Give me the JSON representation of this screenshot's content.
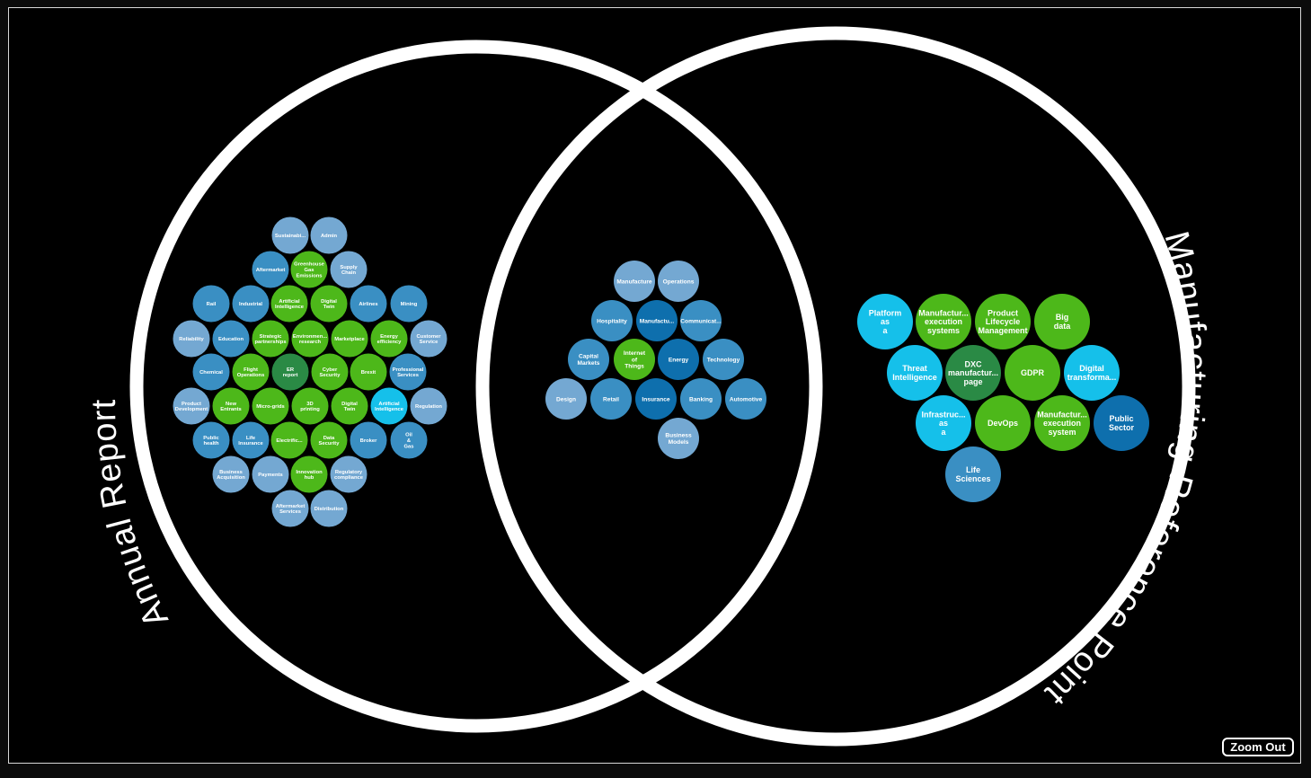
{
  "colors": {
    "light_blue": "#74a8d2",
    "mid_blue": "#3a8fc3",
    "dark_blue": "#0e6fad",
    "green": "#4db81a",
    "dark_green": "#2a8a45",
    "cyan": "#15c0ea",
    "ring": "#ffffff"
  },
  "sets": {
    "left_label": "Annual Report",
    "right_label": "Manufacturing Reference Points"
  },
  "left_bubbles": [
    {
      "label": "Sustainabi...",
      "color": "light_blue"
    },
    {
      "label": "Admin",
      "color": "light_blue"
    },
    {
      "label": "Aftermarket",
      "color": "mid_blue"
    },
    {
      "label": "Greenhouse\nGas\nEmissions",
      "color": "green"
    },
    {
      "label": "Supply\nChain",
      "color": "light_blue"
    },
    {
      "label": "Rail",
      "color": "mid_blue"
    },
    {
      "label": "Industrial",
      "color": "mid_blue"
    },
    {
      "label": "Artificial\nIntelligence",
      "color": "green"
    },
    {
      "label": "Digital\nTwin",
      "color": "green"
    },
    {
      "label": "Airlines",
      "color": "mid_blue"
    },
    {
      "label": "Mining",
      "color": "mid_blue"
    },
    {
      "label": "Reliability",
      "color": "light_blue"
    },
    {
      "label": "Education",
      "color": "mid_blue"
    },
    {
      "label": "Strategic\npartnerships",
      "color": "green"
    },
    {
      "label": "Environmen...\nresearch",
      "color": "green"
    },
    {
      "label": "Marketplace",
      "color": "green"
    },
    {
      "label": "Energy\nefficiency",
      "color": "green"
    },
    {
      "label": "Customer\nService",
      "color": "light_blue"
    },
    {
      "label": "Chemical",
      "color": "mid_blue"
    },
    {
      "label": "Flight\nOperations",
      "color": "green"
    },
    {
      "label": "ER\nreport",
      "color": "dark_green"
    },
    {
      "label": "Cyber\nSecurity",
      "color": "green"
    },
    {
      "label": "Brexit",
      "color": "green"
    },
    {
      "label": "Professional\nServices",
      "color": "mid_blue"
    },
    {
      "label": "Product\nDevelopment",
      "color": "light_blue"
    },
    {
      "label": "New\nEntrants",
      "color": "green"
    },
    {
      "label": "Micro-grids",
      "color": "green"
    },
    {
      "label": "3D\nprinting",
      "color": "green"
    },
    {
      "label": "Digital\nTwin",
      "color": "green"
    },
    {
      "label": "Artificial\nIntelligence",
      "color": "cyan"
    },
    {
      "label": "Regulation",
      "color": "light_blue"
    },
    {
      "label": "Public\nhealth",
      "color": "mid_blue"
    },
    {
      "label": "Life\nInsurance",
      "color": "mid_blue"
    },
    {
      "label": "Electrific...",
      "color": "green"
    },
    {
      "label": "Data\nSecurity",
      "color": "green"
    },
    {
      "label": "Broker",
      "color": "mid_blue"
    },
    {
      "label": "Oil\n&\nGas",
      "color": "mid_blue"
    },
    {
      "label": "Business\nAcquisition",
      "color": "light_blue"
    },
    {
      "label": "Payments",
      "color": "light_blue"
    },
    {
      "label": "Innovation\nhub",
      "color": "green"
    },
    {
      "label": "Regulatory\ncompliance",
      "color": "light_blue"
    },
    {
      "label": "Aftermarket\nServices",
      "color": "light_blue"
    },
    {
      "label": "Distribution",
      "color": "light_blue"
    }
  ],
  "middle_bubbles": [
    {
      "label": "Manufacture",
      "color": "light_blue"
    },
    {
      "label": "Operations",
      "color": "light_blue"
    },
    {
      "label": "Hospitality",
      "color": "mid_blue"
    },
    {
      "label": "Manufactu...",
      "color": "dark_blue"
    },
    {
      "label": "Communicat...",
      "color": "mid_blue"
    },
    {
      "label": "Capital\nMarkets",
      "color": "mid_blue"
    },
    {
      "label": "Internet\nof\nThings",
      "color": "green"
    },
    {
      "label": "Energy",
      "color": "dark_blue"
    },
    {
      "label": "Technology",
      "color": "mid_blue"
    },
    {
      "label": "Design",
      "color": "light_blue"
    },
    {
      "label": "Retail",
      "color": "mid_blue"
    },
    {
      "label": "Insurance",
      "color": "dark_blue"
    },
    {
      "label": "Banking",
      "color": "mid_blue"
    },
    {
      "label": "Automotive",
      "color": "mid_blue"
    },
    {
      "label": "Business\nModels",
      "color": "light_blue"
    }
  ],
  "right_bubbles": [
    {
      "label": "Platform\nas\na",
      "color": "cyan"
    },
    {
      "label": "Manufactur...\nexecution\nsystems",
      "color": "green"
    },
    {
      "label": "Product\nLifecycle\nManagement",
      "color": "green"
    },
    {
      "label": "Big\ndata",
      "color": "green"
    },
    {
      "label": "Threat\nIntelligence",
      "color": "cyan"
    },
    {
      "label": "DXC\nmanufactur...\npage",
      "color": "dark_green"
    },
    {
      "label": "GDPR",
      "color": "green"
    },
    {
      "label": "Digital\ntransforma...",
      "color": "cyan"
    },
    {
      "label": "Infrastruc...\nas\na",
      "color": "cyan"
    },
    {
      "label": "DevOps",
      "color": "green"
    },
    {
      "label": "Manufactur...\nexecution\nsystem",
      "color": "green"
    },
    {
      "label": "Public\nSector",
      "color": "dark_blue"
    },
    {
      "label": "Life\nSciences",
      "color": "mid_blue"
    }
  ],
  "controls": {
    "zoom_out_label": "Zoom Out"
  }
}
